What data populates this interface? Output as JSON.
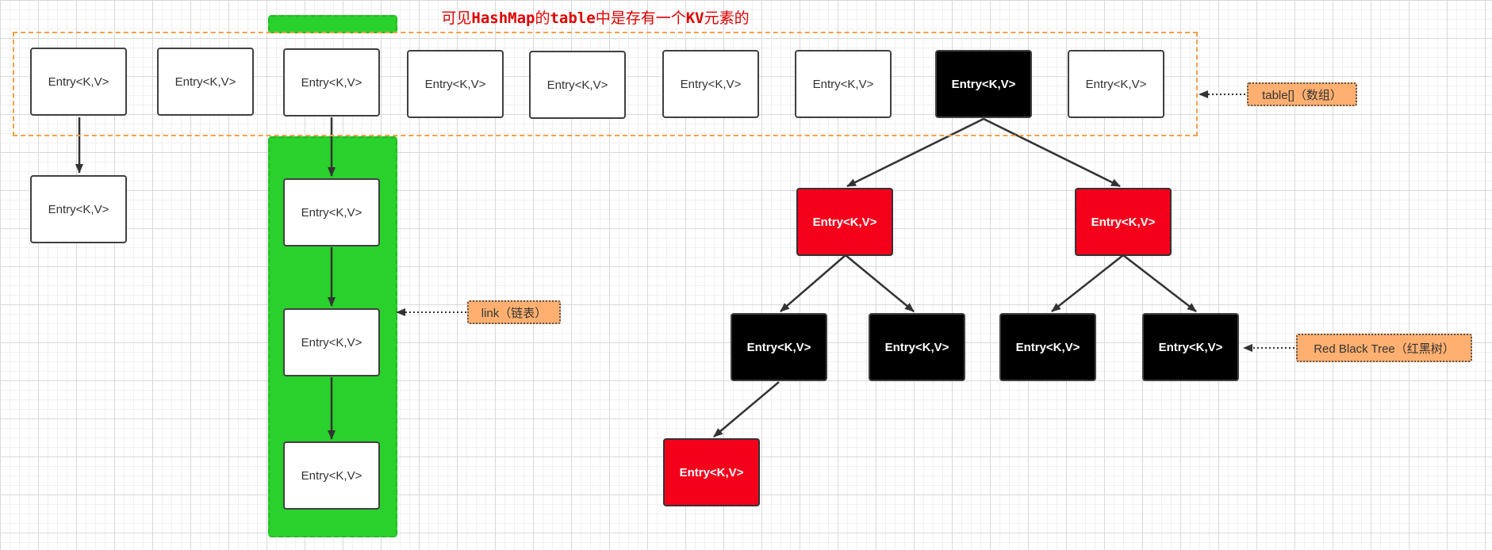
{
  "title": {
    "part1": "可见",
    "part2": "HashMap",
    "part3": "的",
    "part4": "table",
    "part5": "中是存有一个",
    "part6": "KV",
    "part7": "元素的"
  },
  "node_label": "Entry<K,V>",
  "notes": {
    "table": "table[]（数组）",
    "link": "link（链表）",
    "tree": "Red Black Tree（红黑树）"
  },
  "colors": {
    "grid": "#d9d9d9",
    "table_border": "#f5a04a",
    "link_fill": "#2ad12c",
    "tree_black": "#000000",
    "tree_red": "#f5001b",
    "note_fill": "#ffb070",
    "title_text": "#e00000"
  }
}
